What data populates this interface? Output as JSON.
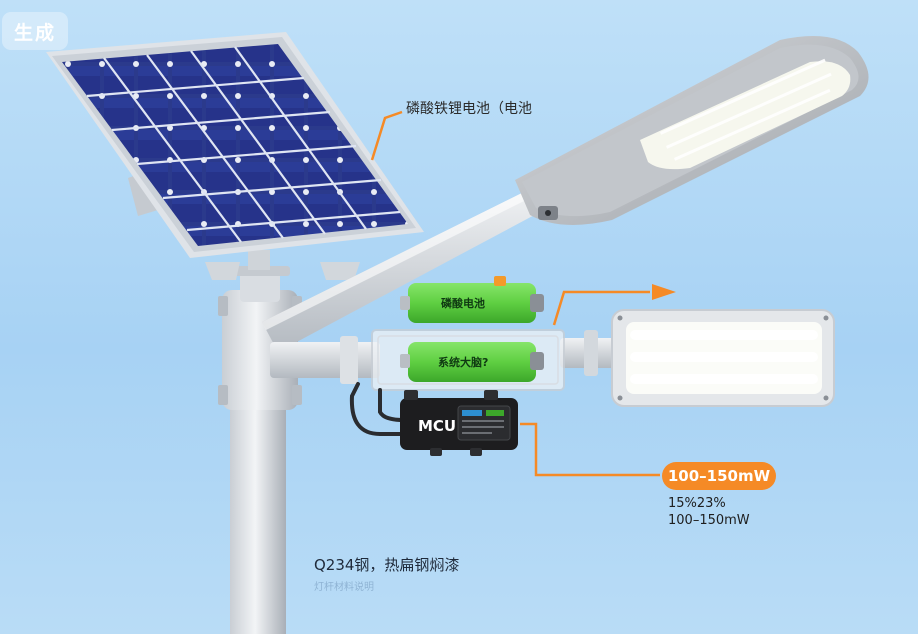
{
  "badge": {
    "text": "生成"
  },
  "callout": {
    "battery_type": "磷酸铁锂电池（电池"
  },
  "batteries": {
    "top_label": "磷酸电池",
    "bottom_label": "系统大脑?"
  },
  "mcu": {
    "label": "MCU"
  },
  "power": {
    "range": "100–150mW"
  },
  "specs": {
    "efficiency": "15%23%",
    "power": "100–150mW"
  },
  "pole": {
    "material": "Q234钢，热扁钢焖漆",
    "subtitle": "灯杆材料说明"
  },
  "colors": {
    "accent": "#f58a26",
    "battery_green": "#5fcf42",
    "panel_blue": "#27357f",
    "mcu_dark": "#1d1d1f"
  },
  "icons": [
    "solar-panel-icon",
    "street-lamp-icon",
    "battery-icon",
    "mcu-icon",
    "led-lamp-icon",
    "arrow-right-icon"
  ]
}
